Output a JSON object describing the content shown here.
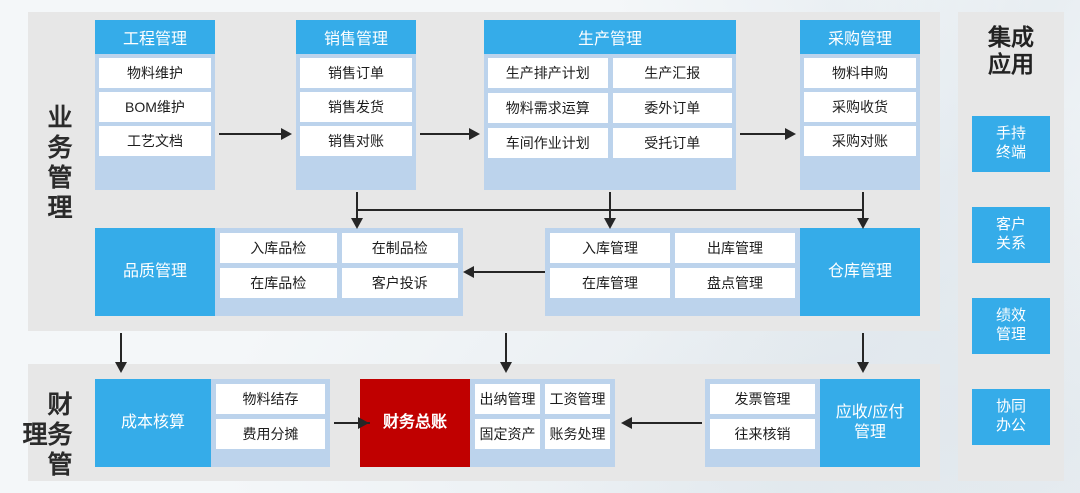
{
  "diagram": {
    "sections": {
      "business": {
        "title": "业务管理"
      },
      "finance": {
        "title": "财务管理"
      },
      "integration": {
        "title": "集成\n应用"
      }
    },
    "integration_apps": [
      {
        "line1": "手持",
        "line2": "终端"
      },
      {
        "line1": "客户",
        "line2": "关系"
      },
      {
        "line1": "绩效",
        "line2": "管理"
      },
      {
        "line1": "协同",
        "line2": "办公"
      }
    ],
    "modules": {
      "engineering": {
        "header": "工程管理",
        "items": [
          "物料维护",
          "BOM维护",
          "工艺文档"
        ]
      },
      "sales": {
        "header": "销售管理",
        "items": [
          "销售订单",
          "销售发货",
          "销售对账"
        ]
      },
      "production": {
        "header": "生产管理",
        "col1": [
          "生产排产计划",
          "物料需求运算",
          "车间作业计划"
        ],
        "col2": [
          "生产汇报",
          "委外订单",
          "受托订单"
        ]
      },
      "purchase": {
        "header": "采购管理",
        "items": [
          "物料申购",
          "采购收货",
          "采购对账"
        ]
      },
      "quality": {
        "label": "品质管理",
        "col1": [
          "入库品检",
          "在库品检"
        ],
        "col2": [
          "在制品检",
          "客户投诉"
        ]
      },
      "warehouse": {
        "label": "仓库管理",
        "col1": [
          "入库管理",
          "在库管理"
        ],
        "col2": [
          "出库管理",
          "盘点管理"
        ]
      },
      "cost": {
        "label": "成本核算",
        "items": [
          "物料结存",
          "费用分摊"
        ]
      },
      "general_ledger": {
        "label": "财务总账",
        "col1": [
          "出纳管理",
          "固定资产"
        ],
        "col2": [
          "工资管理",
          "账务处理"
        ]
      },
      "receivable_payable": {
        "label": "应收/应付\n管理",
        "col1": [
          "发票管理",
          "往来核销"
        ]
      }
    },
    "colors": {
      "accent_blue": "#35ace9",
      "card_fill": "#bcd3ec",
      "panel_grey": "#e7e7e7",
      "tile_white": "#ffffff",
      "alert_red": "#c00000",
      "page_background": "#f4f7f9",
      "connector": "#262626"
    }
  }
}
